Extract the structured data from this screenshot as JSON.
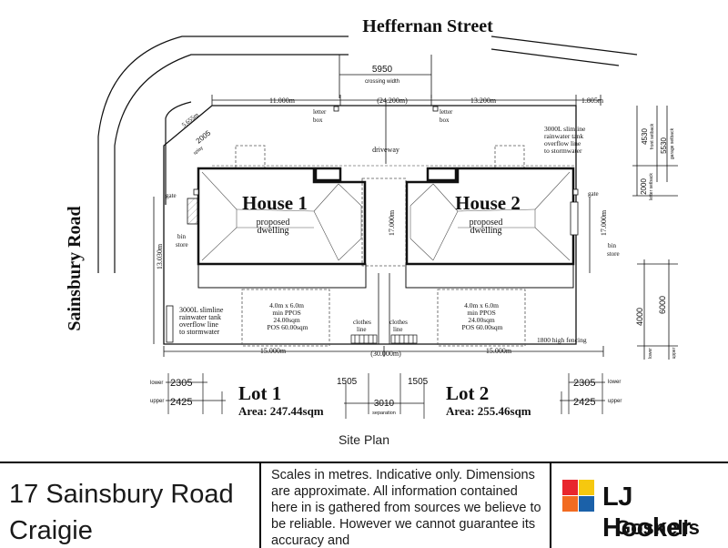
{
  "street_top": "Heffernan Street",
  "street_side": "Sainsbury Road",
  "title_site_plan": "Site Plan",
  "dims": {
    "crossing_value": "5950",
    "crossing_label": "crossing width",
    "top_left": "11.000m",
    "top_center": "(24.200m)",
    "top_right": "13.200m",
    "top_far_right": "1.805m",
    "corner_a": "5.655m",
    "corner_b": "2005",
    "corner_splay": "splay",
    "left_depth": "13.030m",
    "center_depth": "17.000m",
    "right_depth": "17.000m",
    "bottom_left": "15.000m",
    "bottom_center": "(30.000m)",
    "bottom_right": "15.000m",
    "front_setback_value": "4530",
    "front_setback_label": "front setback",
    "garage_setback_value": "5530",
    "garage_setback_label": "garage setback",
    "letter_setback_value": "2000",
    "letter_setback_label": "letter setback",
    "right_lower_value": "4000",
    "right_lower_label": "lower",
    "right_upper_value": "6000",
    "right_upper_label": "upper",
    "left_lower_value": "2305",
    "left_upper_value": "2425",
    "right_lower_side_value": "2305",
    "right_upper_side_value": "2425",
    "lower_label": "lower",
    "upper_label": "upper",
    "sep_left": "1505",
    "sep_right": "1505",
    "sep_center": "3010",
    "sep_label": "separation"
  },
  "labels": {
    "letter_box": "letter box",
    "driveway": "driveway",
    "gate": "gate",
    "bin_store": "bin store",
    "clothes_line": "clothes line",
    "tank_right_1": "3000L slimline",
    "tank_right_2": "rainwater tank",
    "tank_right_3": "overflow line",
    "tank_right_4": "to stormwater",
    "tank_left_1": "3000L slimline",
    "tank_left_2": "rainwater tank",
    "tank_left_3": "overflow line",
    "tank_left_4": "to stormwater",
    "fencing": "1800 high fencing",
    "ppos_1": "4.0m x 6.0m",
    "ppos_2": "min PPOS",
    "ppos_3": "24.00sqm",
    "ppos_4": "POS 60.00sqm"
  },
  "house1": {
    "name": "House 1",
    "sub1": "proposed",
    "sub2": "dwelling"
  },
  "house2": {
    "name": "House 2",
    "sub1": "proposed",
    "sub2": "dwelling"
  },
  "lot1": {
    "name": "Lot 1",
    "area": "Area: 247.44sqm"
  },
  "lot2": {
    "name": "Lot 2",
    "area": "Area: 255.46sqm"
  },
  "footer": {
    "address_line1": "17 Sainsbury Road",
    "address_line2": "Craigie",
    "disclaimer": "Scales in metres. Indicative only. Dimensions are approximate. All information contained here in is gathered from sources we believe to be reliable. However we cannot guarantee its accuracy and",
    "brand": "LJ Hooker",
    "office": "Gosnells",
    "logo_colors": [
      "#e8262d",
      "#f6c80f",
      "#f26b21",
      "#1b61a9"
    ]
  }
}
